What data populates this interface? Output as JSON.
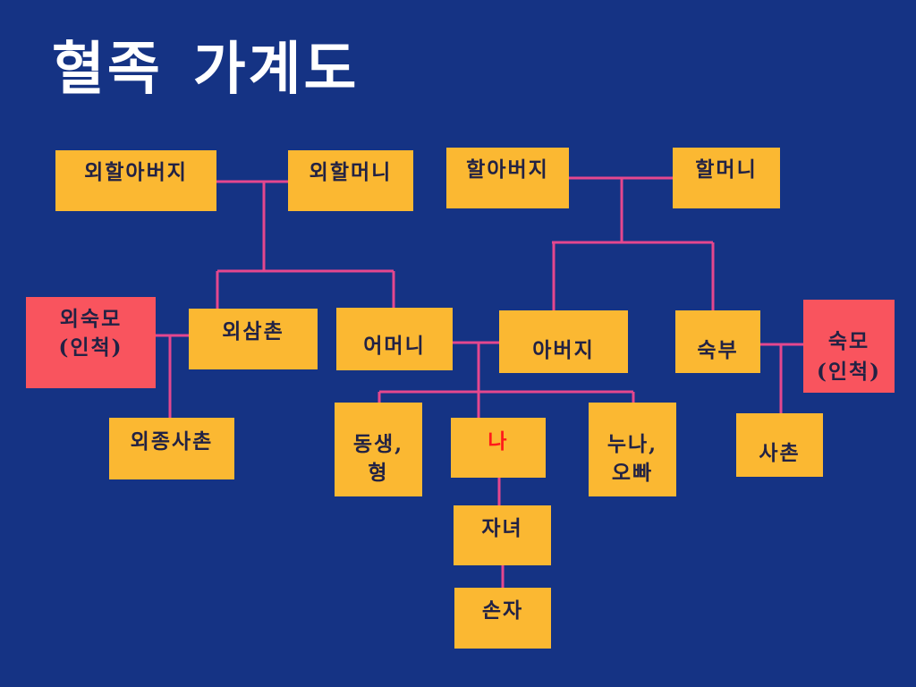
{
  "title": {
    "part1": "혈족",
    "part2": "가계도"
  },
  "nodes": {
    "maternal_grandfather": "외할아버지",
    "maternal_grandmother": "외할머니",
    "paternal_grandfather": "할아버지",
    "paternal_grandmother": "할머니",
    "maternal_aunt_in_law": {
      "line1": "외숙모",
      "line2": "(인척)"
    },
    "maternal_uncle": "외삼촌",
    "mother": "어머니",
    "father": "아버지",
    "paternal_uncle": "숙부",
    "paternal_aunt_in_law": {
      "line1": "숙모",
      "line2": "(인척)"
    },
    "maternal_cousin": "외종사촌",
    "younger_sibling": {
      "line1": "동생,",
      "line2": "형"
    },
    "me": "나",
    "older_sibling": {
      "line1": "누나,",
      "line2": "오빠"
    },
    "cousin": "사촌",
    "children": "자녀",
    "grandchildren": "손자"
  },
  "colors": {
    "background": "#153384",
    "box": "#fbb832",
    "in_law_box": "#f9545e",
    "connector": "#e4478e",
    "me_text": "#ff1a1a"
  }
}
